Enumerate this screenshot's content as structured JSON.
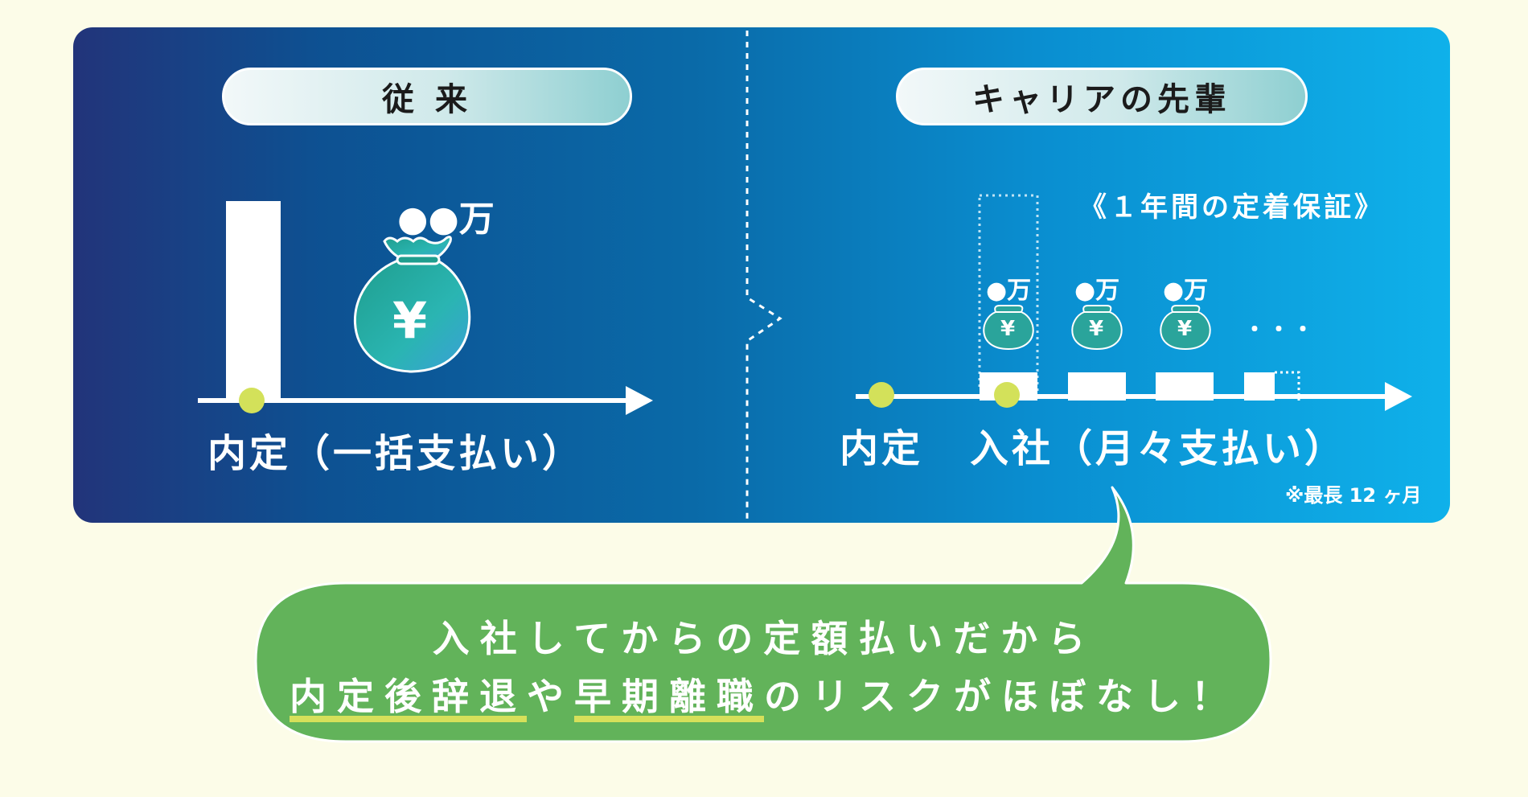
{
  "left": {
    "pill_label": "従 来",
    "amount_label": "●●万",
    "yen_symbol": "¥",
    "timeline_label": "内定（一括支払い）"
  },
  "right": {
    "pill_label": "キャリアの先輩",
    "guarantee_label": "《１年間の定着保証》",
    "monthly_amount_label": "●万",
    "yen_symbol": "¥",
    "ellipsis": "・・・",
    "offer_label": "内定",
    "join_label": "入社（月々支払い）",
    "footnote": "※最長 12 ヶ月"
  },
  "bubble": {
    "line1": "入社してからの定額払いだから",
    "line2_part1": "内定後辞退",
    "line2_part2": "や",
    "line2_part3": "早期離職",
    "line2_part4": "のリスクがほぼなし！"
  },
  "colors": {
    "background": "#fcfce8",
    "panel_left": "#22347a",
    "panel_right": "#0fb1ea",
    "dot": "#d3e15a",
    "bubble": "#62b35a",
    "underline": "#d6e05a"
  }
}
